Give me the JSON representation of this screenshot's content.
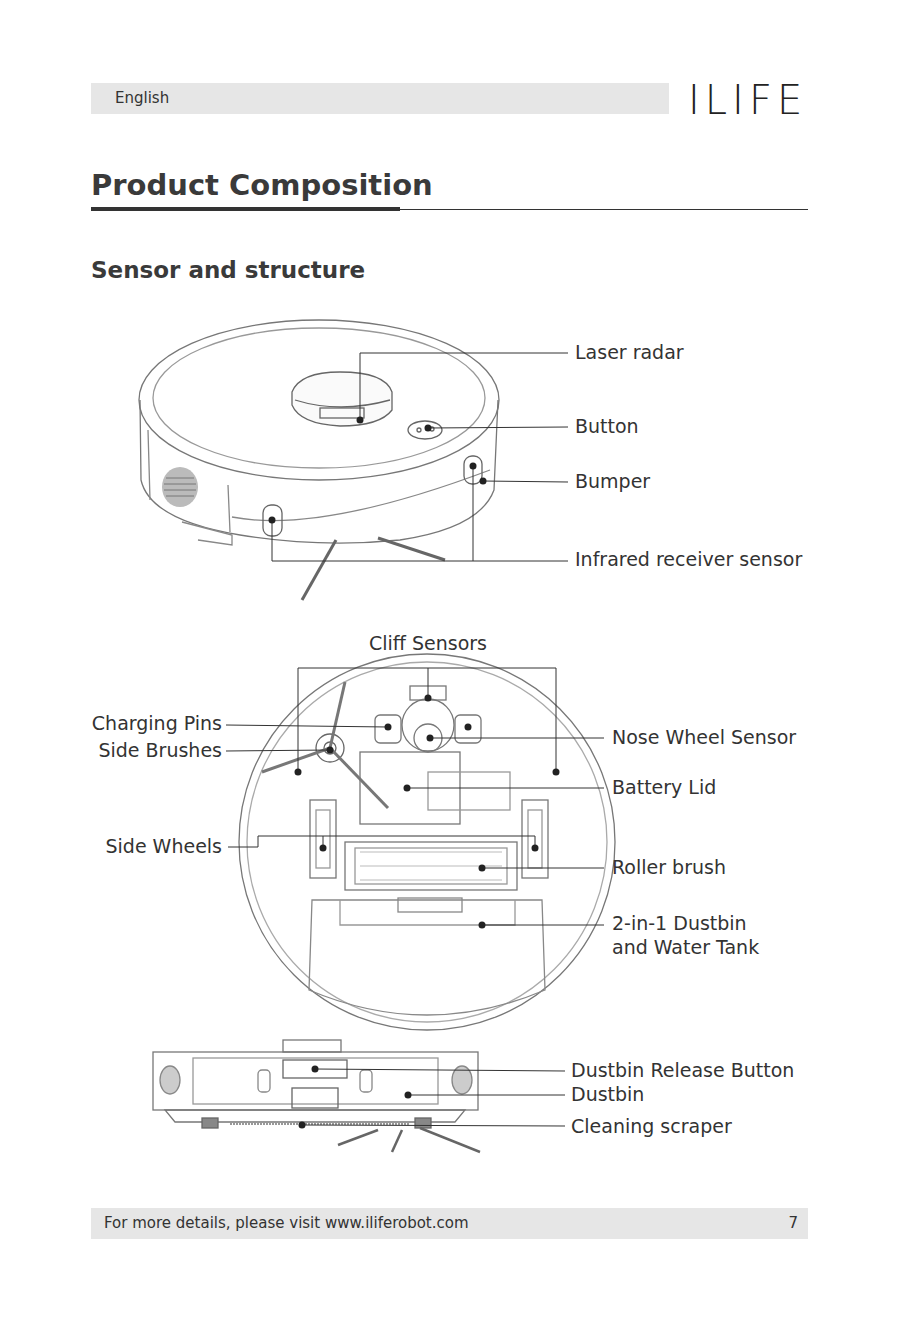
{
  "diagram": {
    "title": "Product Composition",
    "nodes": [
      {
        "text": [
          "English"
        ]
      },
      {
        "text": [
          "For more details, please visit www.iliferobot.com",
          "7"
        ]
      }
    ],
    "labels": [
      "ILIFE",
      "Sensor and structure",
      "Laser radar",
      "Button",
      "Bumper",
      "Infrared receiver sensor",
      "Cliff Sensors",
      "Charging Pins",
      "Side Brushes",
      "Nose Wheel Sensor",
      "Battery Lid",
      "Side Wheels",
      "Roller brush",
      "2-in-1 Dustbin and Water Tank",
      "Dustbin Release Button",
      "Dustbin",
      "Cleaning scraper"
    ]
  }
}
